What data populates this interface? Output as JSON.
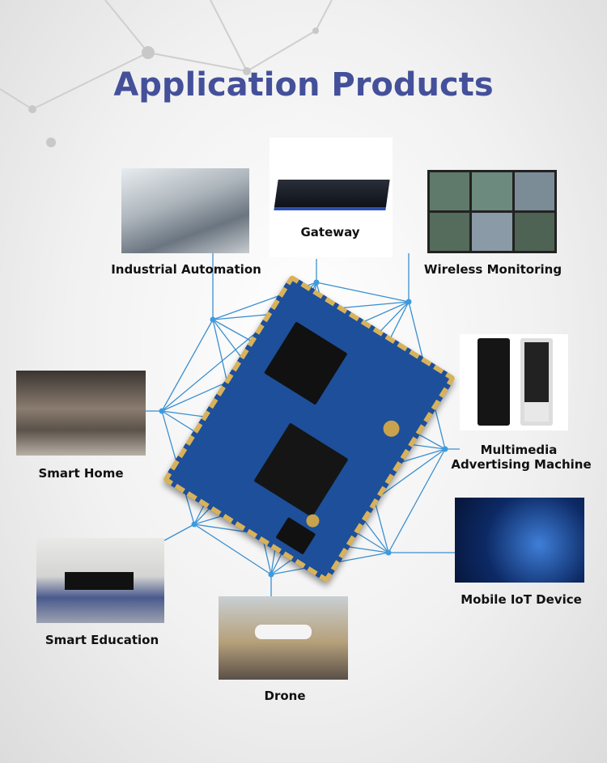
{
  "title": "Application Products",
  "applications": [
    {
      "label": "Industrial Automation",
      "icon": "robot-arm-image"
    },
    {
      "label": "Gateway",
      "icon": "gateway-device-image"
    },
    {
      "label": "Wireless Monitoring",
      "icon": "cctv-monitors-image"
    },
    {
      "label": "Smart Home",
      "icon": "living-room-image"
    },
    {
      "label": "Multimedia",
      "label2": "Advertising Machine",
      "icon": "kiosk-display-image"
    },
    {
      "label": "Mobile IoT Device",
      "icon": "touch-hand-image"
    },
    {
      "label": "Smart Education",
      "icon": "classroom-image"
    },
    {
      "label": "Drone",
      "icon": "drone-image"
    }
  ],
  "colors": {
    "title": "#44509a",
    "network": "#3a8fd0",
    "board": "#1d4f9a"
  }
}
